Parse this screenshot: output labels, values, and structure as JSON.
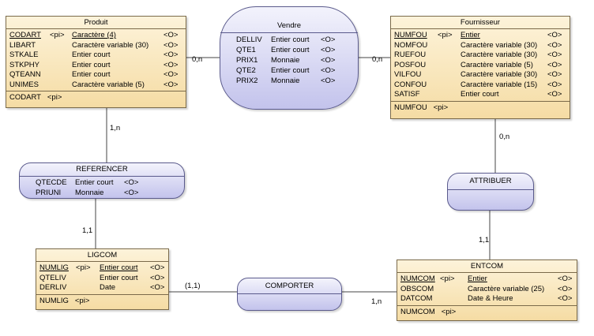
{
  "entities": {
    "produit": {
      "title": "Produit",
      "attrs": [
        {
          "name": "CODART",
          "tag": "<pi>",
          "type": "Caractère (4)",
          "o": "<O>"
        },
        {
          "name": "LIBART",
          "tag": "",
          "type": "Caractère variable (30)",
          "o": "<O>"
        },
        {
          "name": "STKALE",
          "tag": "",
          "type": "Entier court",
          "o": "<O>"
        },
        {
          "name": "STKPHY",
          "tag": "",
          "type": "Entier court",
          "o": "<O>"
        },
        {
          "name": "QTEANN",
          "tag": "",
          "type": "Entier court",
          "o": "<O>"
        },
        {
          "name": "UNIMES",
          "tag": "",
          "type": "Caractère variable (5)",
          "o": "<O>"
        }
      ],
      "identifier": {
        "name": "CODART",
        "tag": "<pi>"
      }
    },
    "fournisseur": {
      "title": "Fournisseur",
      "attrs": [
        {
          "name": "NUMFOU",
          "tag": "<pi>",
          "type": "Entier",
          "o": "<O>"
        },
        {
          "name": "NOMFOU",
          "tag": "",
          "type": "Caractère variable (30)",
          "o": "<O>"
        },
        {
          "name": "RUEFOU",
          "tag": "",
          "type": "Caractère variable (30)",
          "o": "<O>"
        },
        {
          "name": "POSFOU",
          "tag": "",
          "type": "Caractère variable (5)",
          "o": "<O>"
        },
        {
          "name": "VILFOU",
          "tag": "",
          "type": "Caractère variable (30)",
          "o": "<O>"
        },
        {
          "name": "CONFOU",
          "tag": "",
          "type": "Caractère variable (15)",
          "o": "<O>"
        },
        {
          "name": "SATISF",
          "tag": "",
          "type": "Entier court",
          "o": "<O>"
        }
      ],
      "identifier": {
        "name": "NUMFOU",
        "tag": "<pi>"
      }
    },
    "ligcom": {
      "title": "LIGCOM",
      "attrs": [
        {
          "name": "NUMLIG",
          "tag": "<pi>",
          "type": "Entier court",
          "o": "<O>"
        },
        {
          "name": "QTELIV",
          "tag": "",
          "type": "Entier court",
          "o": "<O>"
        },
        {
          "name": "DERLIV",
          "tag": "",
          "type": "Date",
          "o": "<O>"
        }
      ],
      "identifier": {
        "name": "NUMLIG",
        "tag": "<pi>"
      }
    },
    "entcom": {
      "title": "ENTCOM",
      "attrs": [
        {
          "name": "NUMCOM",
          "tag": "<pi>",
          "type": "Entier",
          "o": "<O>"
        },
        {
          "name": "OBSCOM",
          "tag": "",
          "type": "Caractère variable (25)",
          "o": "<O>"
        },
        {
          "name": "DATCOM",
          "tag": "",
          "type": "Date & Heure",
          "o": "<O>"
        }
      ],
      "identifier": {
        "name": "NUMCOM",
        "tag": "<pi>"
      }
    }
  },
  "relations": {
    "vendre": {
      "title": "Vendre",
      "attrs": [
        {
          "name": "DELLIV",
          "type": "Entier court",
          "o": "<O>"
        },
        {
          "name": "QTE1",
          "type": "Entier court",
          "o": "<O>"
        },
        {
          "name": "PRIX1",
          "type": "Monnaie",
          "o": "<O>"
        },
        {
          "name": "QTE2",
          "type": "Entier court",
          "o": "<O>"
        },
        {
          "name": "PRIX2",
          "type": "Monnaie",
          "o": "<O>"
        }
      ]
    },
    "referencer": {
      "title": "REFERENCER",
      "attrs": [
        {
          "name": "QTECDE",
          "type": "Entier court",
          "o": "<O>"
        },
        {
          "name": "PRIUNI",
          "type": "Monnaie",
          "o": "<O>"
        }
      ]
    },
    "attribuer": {
      "title": "ATTRIBUER"
    },
    "comporter": {
      "title": "COMPORTER"
    }
  },
  "cardinalities": {
    "produit_vendre": "0,n",
    "fournisseur_vendre": "0,n",
    "produit_referencer": "1,n",
    "ligcom_referencer": "1,1",
    "fournisseur_attribuer": "0,n",
    "entcom_attribuer": "1,1",
    "ligcom_comporter": "(1,1)",
    "entcom_comporter": "1,n"
  }
}
